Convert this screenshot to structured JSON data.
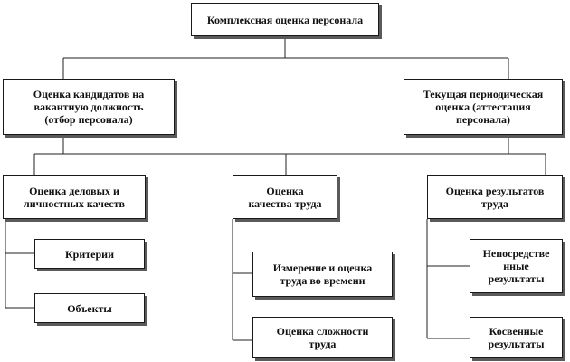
{
  "diagram": {
    "root": "Комплексная оценка персонала",
    "left": "Оценка кандидатов на\nвакантную должность\n(отбор персонала)",
    "right": "Текущая периодическая\nоценка (аттестация\nперсонала)",
    "col1_head": "Оценка деловых и\nличностных качеств",
    "col1_items": [
      "Критерии",
      "Объекты"
    ],
    "col2_head": "Оценка\nкачества труда",
    "col2_items": [
      "Измерение и оценка\nтруда во времени",
      "Оценка сложности\nтруда"
    ],
    "col3_head": "Оценка результатов\nтруда",
    "col3_items": [
      "Непосредстве\nнные\nрезультаты",
      "Косвенные\nрезультаты"
    ]
  }
}
